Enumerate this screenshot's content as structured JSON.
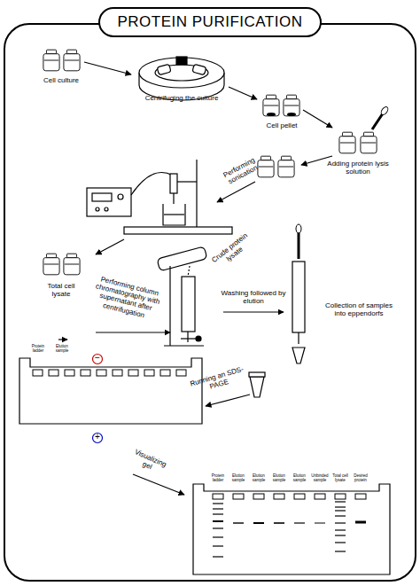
{
  "diagram": {
    "title": "PROTEIN PURIFICATION",
    "labels": [
      "Cell culture",
      "Centrifuging the culture",
      "Cell pellet",
      "Adding protein lysis solution",
      "Performing sonication",
      "Total cell lysate",
      "Performing column chromatography with supernatant after centrifugation",
      "Crude protein lysate",
      "Washing followed by elution",
      "Collection of samples into eppendorfs",
      "Running an SDS-PAGE",
      "−",
      "+",
      "Protein ladder",
      "Elution sample",
      "Visualizing gel",
      "Protein ladder",
      "Elution sample",
      "Elution sample",
      "Elution sample",
      "Elution sample",
      "Unbinded sample",
      "Total cell lysate",
      "Desired protein"
    ]
  }
}
